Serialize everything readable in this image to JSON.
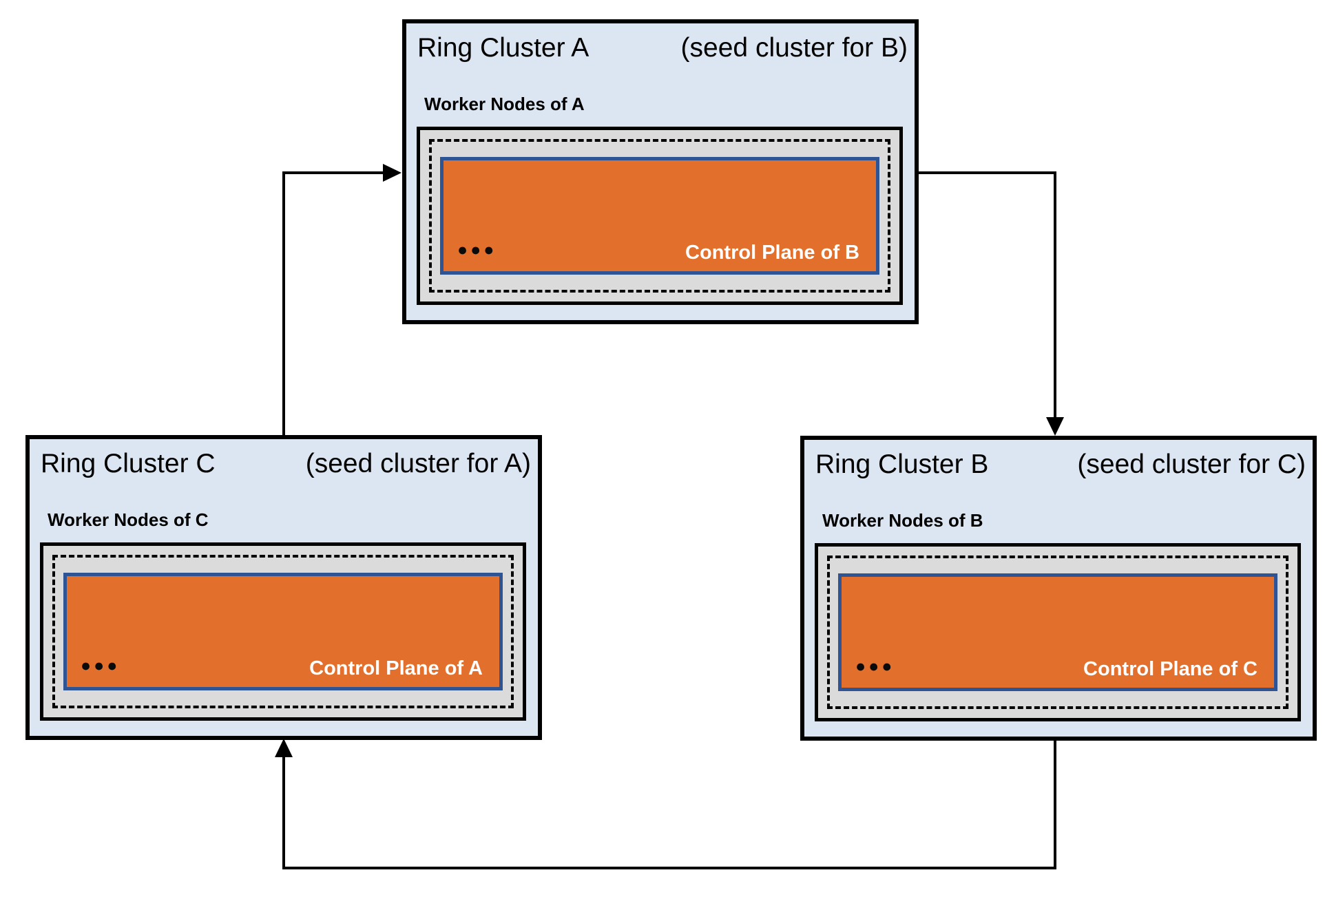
{
  "colors": {
    "cluster_bg": "#dce6f2",
    "workers_bg": "#dbdbdb",
    "control_plane_bg": "#e2702c",
    "control_plane_border": "#2e5494",
    "line": "#000000"
  },
  "clusters": [
    {
      "id": "A",
      "title": "Ring Cluster A",
      "seed_note": "(seed cluster for B)",
      "workers_label": "Worker Nodes of A",
      "control_plane_label": "Control Plane of B",
      "ellipsis": "●●●"
    },
    {
      "id": "B",
      "title": "Ring Cluster B",
      "seed_note": "(seed cluster for C)",
      "workers_label": "Worker Nodes of B",
      "control_plane_label": "Control Plane of C",
      "ellipsis": "●●●"
    },
    {
      "id": "C",
      "title": "Ring Cluster C",
      "seed_note": "(seed cluster for A)",
      "workers_label": "Worker Nodes of C",
      "control_plane_label": "Control Plane of A",
      "ellipsis": "●●●"
    }
  ],
  "connectors": [
    {
      "id": "c-to-a",
      "from": "C",
      "to": "A"
    },
    {
      "id": "a-to-b",
      "from": "A",
      "to": "B"
    },
    {
      "id": "b-to-c",
      "from": "B",
      "to": "C"
    }
  ]
}
